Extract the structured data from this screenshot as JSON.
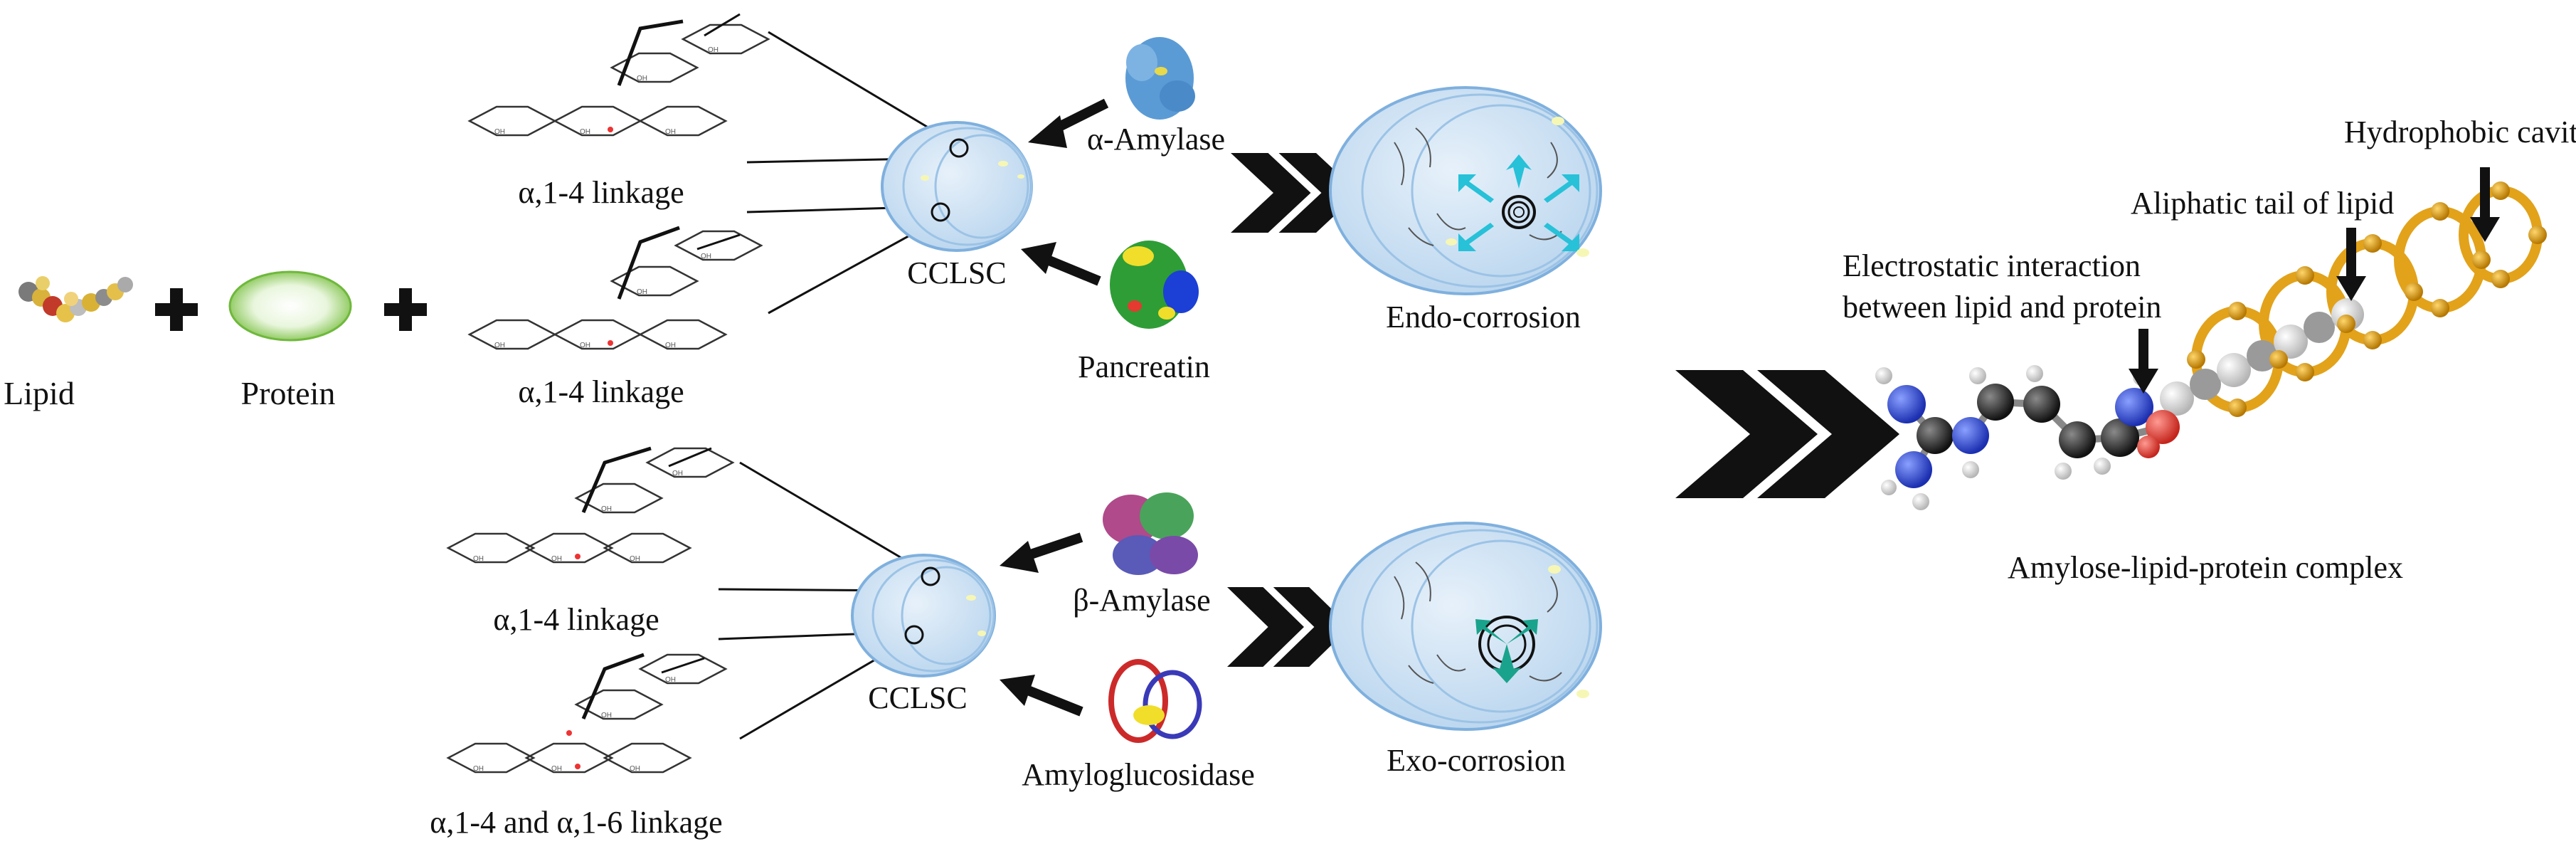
{
  "inputs": {
    "lipid": "Lipid",
    "protein": "Protein"
  },
  "alpha_pathway": {
    "linkage_top": "α,1-4 linkage",
    "linkage_bottom": "α,1-4 linkage",
    "granule": "CCLSC",
    "enzyme_1": "α-Amylase",
    "enzyme_2": "Pancreatin",
    "result": "Endo-corrosion"
  },
  "beta_pathway": {
    "linkage_top": "α,1-4 linkage",
    "linkage_bottom": "α,1-4 and α,1-6 linkage",
    "granule": "CCLSC",
    "enzyme_1": "β-Amylase",
    "enzyme_2": "Amyloglucosidase",
    "result": "Exo-corrosion"
  },
  "complex": {
    "label_cavity": "Hydrophobic cavity of amylose",
    "label_tail": "Aliphatic tail of lipid",
    "label_interaction_1": "Electrostatic interaction",
    "label_interaction_2": "between lipid and protein",
    "title": "Amylose-lipid-protein complex"
  },
  "colors": {
    "granule_fill": "#cfe3f4",
    "granule_stroke": "#7fb0de",
    "protein_green": "#8fcf5a",
    "amylose_gold": "#e2a21a",
    "arrow_cyan": "#27c1d8",
    "arrow_teal": "#1aa38c",
    "atom_blue": "#1f3fcf",
    "atom_black": "#2a2a2a",
    "atom_red": "#e0443c"
  }
}
